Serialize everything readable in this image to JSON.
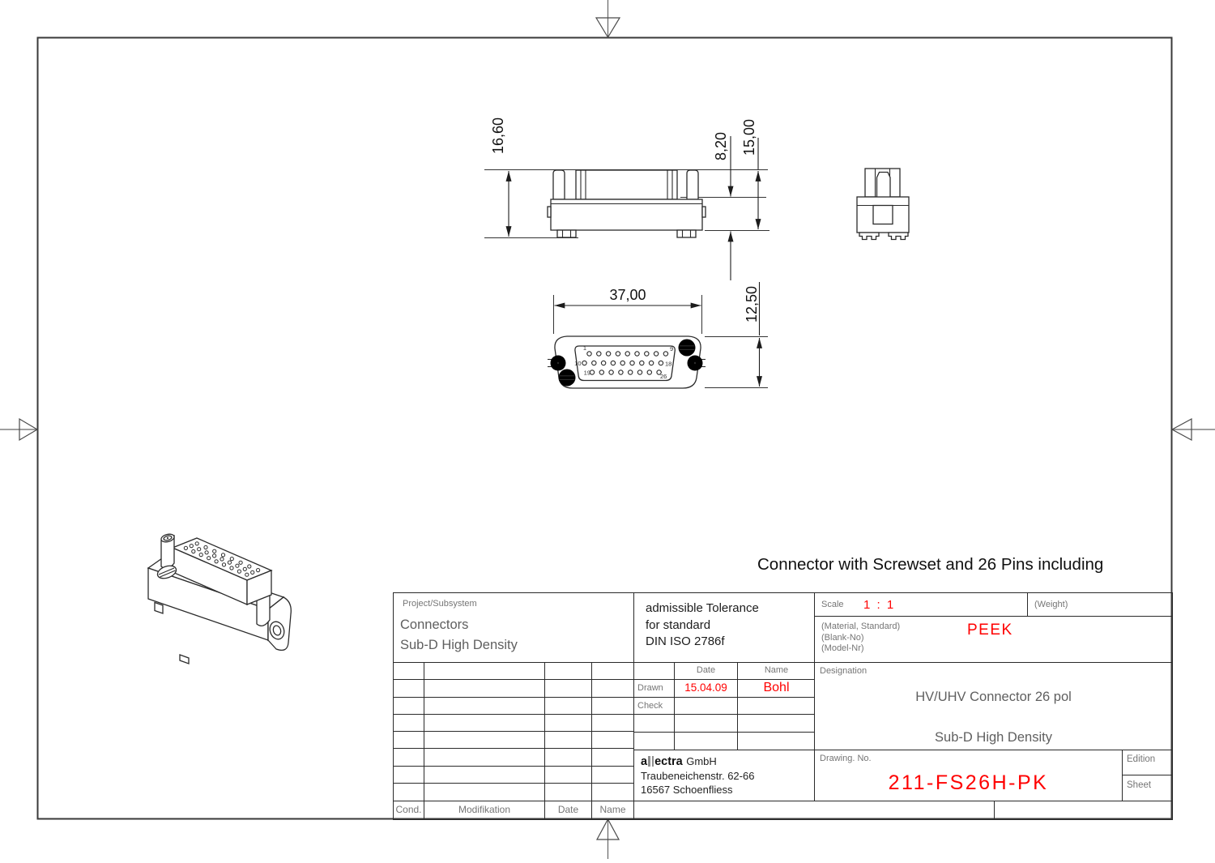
{
  "headline": "Connector with Screwset and 26 Pins including",
  "dimensions": {
    "overall_height": "16,60",
    "body_height": "8,20",
    "total_height": "15,00",
    "overall_width": "37,00",
    "face_height": "12,50"
  },
  "front_view": {
    "rows": [
      {
        "count": 9,
        "first_pin": "1",
        "last_pin": "9"
      },
      {
        "count": 9,
        "first_pin": "10",
        "last_pin": "18"
      },
      {
        "count": 8,
        "first_pin": "19",
        "last_pin": "26"
      }
    ]
  },
  "title_block": {
    "project": {
      "label": "Project/Subsystem",
      "line1": "Connectors",
      "line2": "Sub-D High Density"
    },
    "tolerance": {
      "line1": "admissible Tolerance",
      "line2": "for standard",
      "line3": "DIN ISO 2786f"
    },
    "scale": {
      "label": "Scale",
      "value": "1 : 1"
    },
    "weight_label": "(Weight)",
    "material": {
      "label1": "(Material, Standard)",
      "label2": "(Blank-No)",
      "label3": "(Model-Nr)",
      "value": "PEEK"
    },
    "designation": {
      "label": "Designation",
      "line1": "HV/UHV Connector 26 pol",
      "line2": "Sub-D High Density"
    },
    "approval": {
      "date_header": "Date",
      "name_header": "Name",
      "drawn_label": "Drawn",
      "drawn_date": "15.04.09",
      "drawn_name": "Bohl",
      "check_label": "Check"
    },
    "company": {
      "logo_prefix": "a",
      "logo_suffix": "ectra",
      "logo_tail": "GmbH",
      "address_line1": "Traubeneichenstr. 62-66",
      "address_line2": "16567 Schoenfliess"
    },
    "drawing_number": {
      "label": "Drawing. No.",
      "value": "211-FS26H-PK"
    },
    "edition_label": "Edition",
    "sheet_label": "Sheet",
    "revision_footer": {
      "cond": "Cond.",
      "modification": "Modifikation",
      "date": "Date",
      "name": "Name"
    }
  },
  "colors": {
    "accent_red": "#ff0000",
    "line_dark": "#2b2b2b",
    "label_grey": "#757575"
  }
}
